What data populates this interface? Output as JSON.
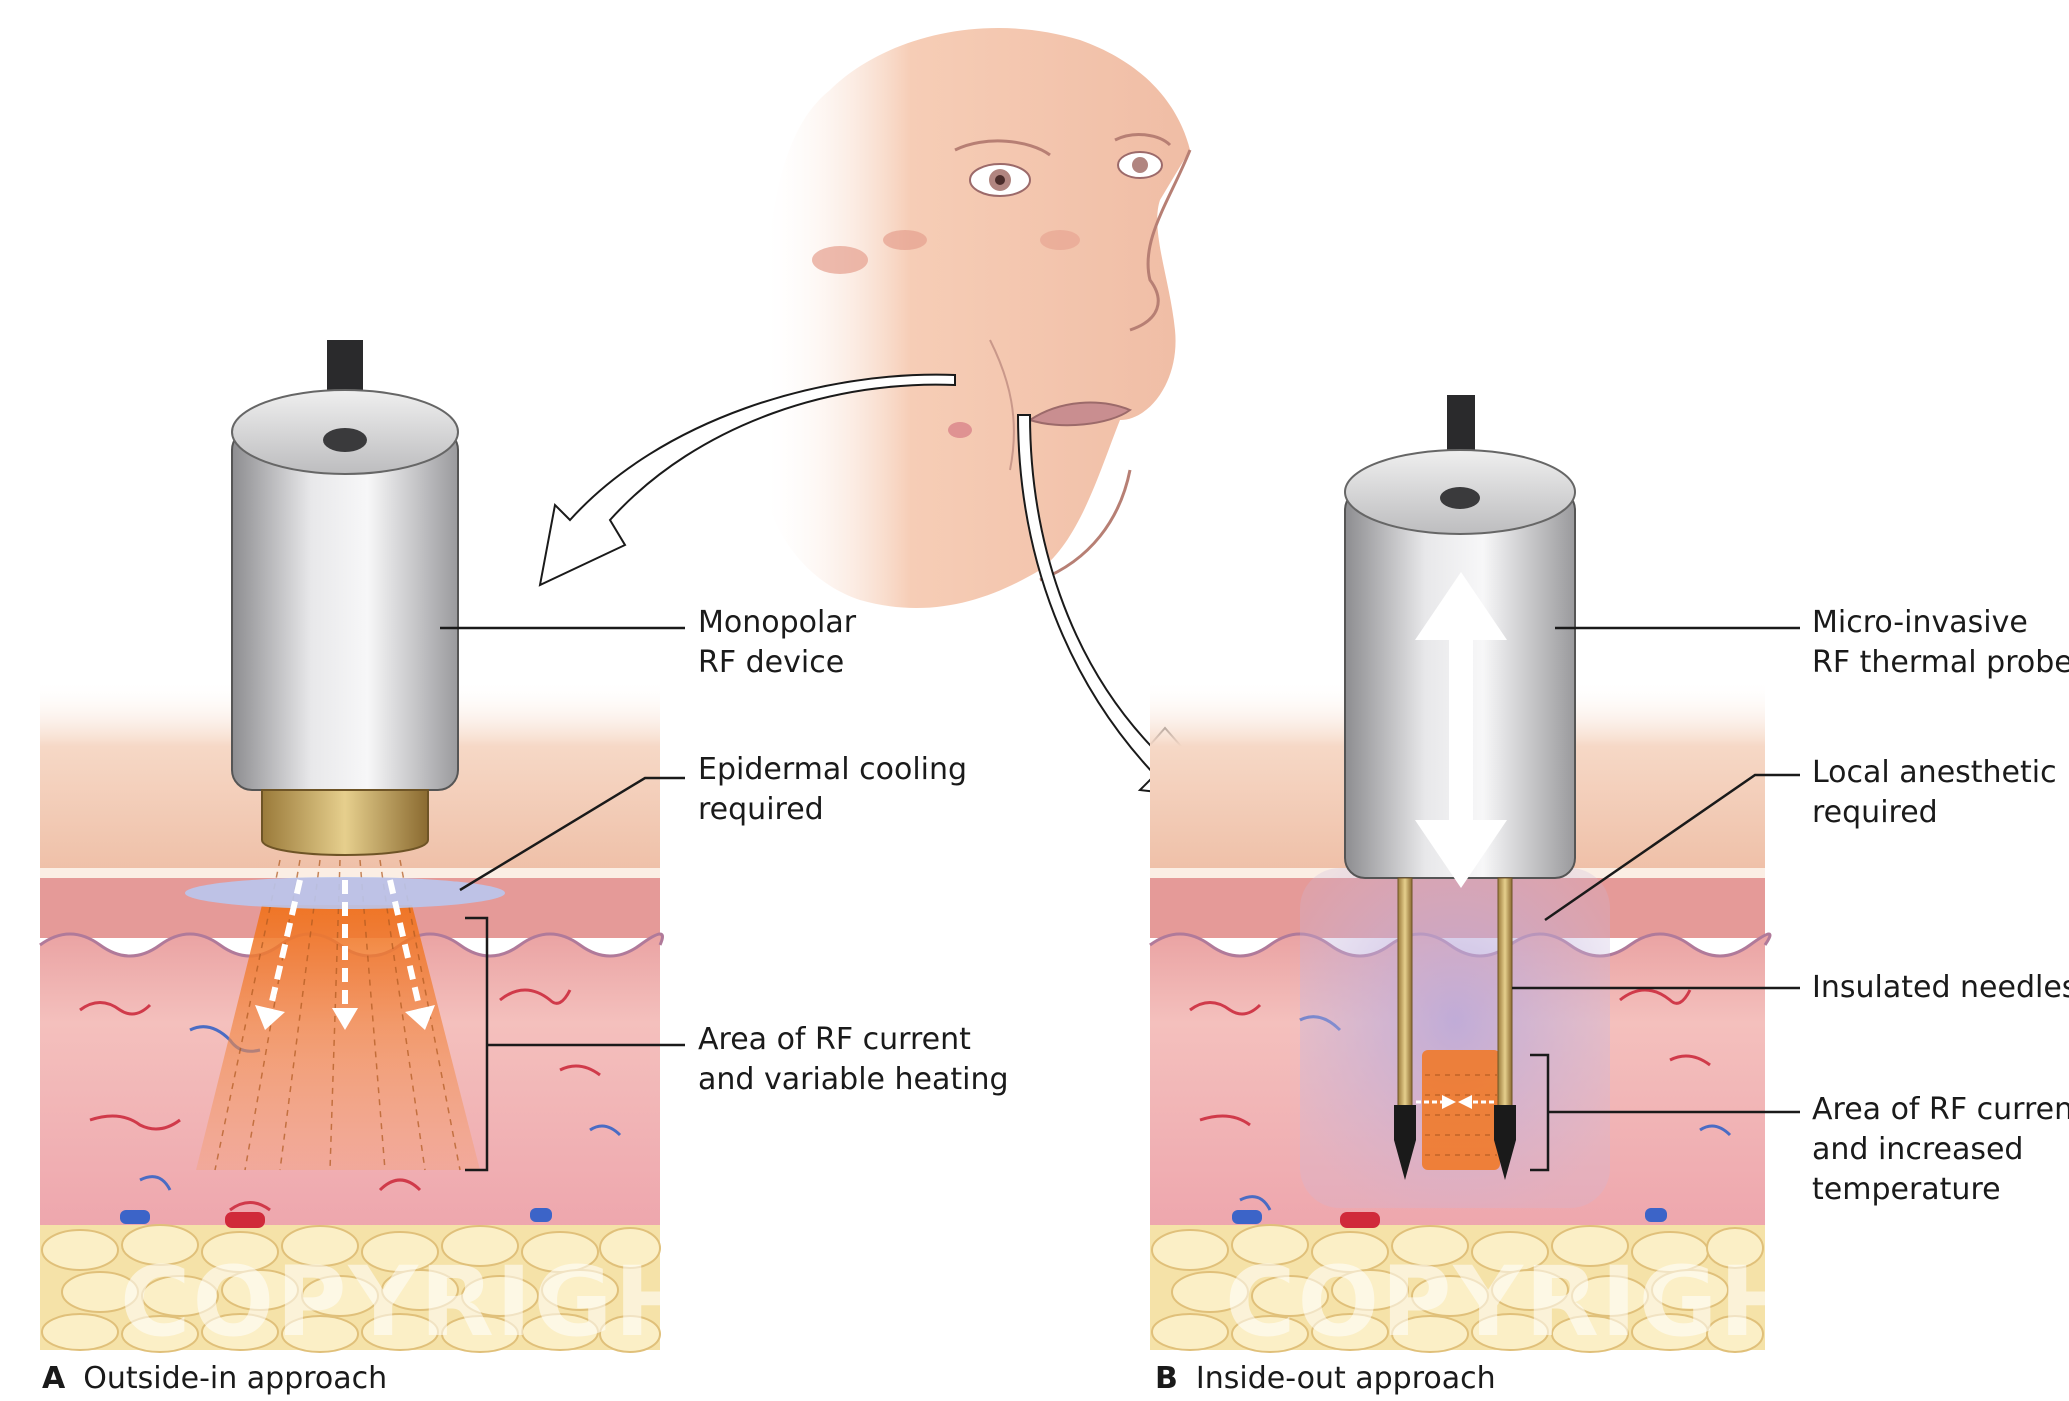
{
  "panel_a": {
    "letter": "A",
    "caption": "Outside-in approach",
    "labels": {
      "device": [
        "Monopolar",
        "RF device"
      ],
      "cooling": [
        "Epidermal cooling",
        "required"
      ],
      "heating": [
        "Area of RF current",
        "and variable heating"
      ]
    },
    "watermark": "COPYRIGHT"
  },
  "panel_b": {
    "letter": "B",
    "caption": "Inside-out approach",
    "labels": {
      "probe": [
        "Micro-invasive",
        "RF thermal probe"
      ],
      "anesthetic": [
        "Local anesthetic",
        "required"
      ],
      "needles": [
        "Insulated needles"
      ],
      "temperature": [
        "Area of RF current",
        "and increased",
        "temperature"
      ]
    },
    "watermark": "COPYRIGHT"
  },
  "colors": {
    "skin_top": "#f3cdb8",
    "dermis": "#f2b5b3",
    "fat": "#f7e6b0",
    "device_metal": "#d0d0d2",
    "heat": "#f07a2a",
    "cooling": "#b9c6ee",
    "probe_zone": "#c6b4d8"
  }
}
